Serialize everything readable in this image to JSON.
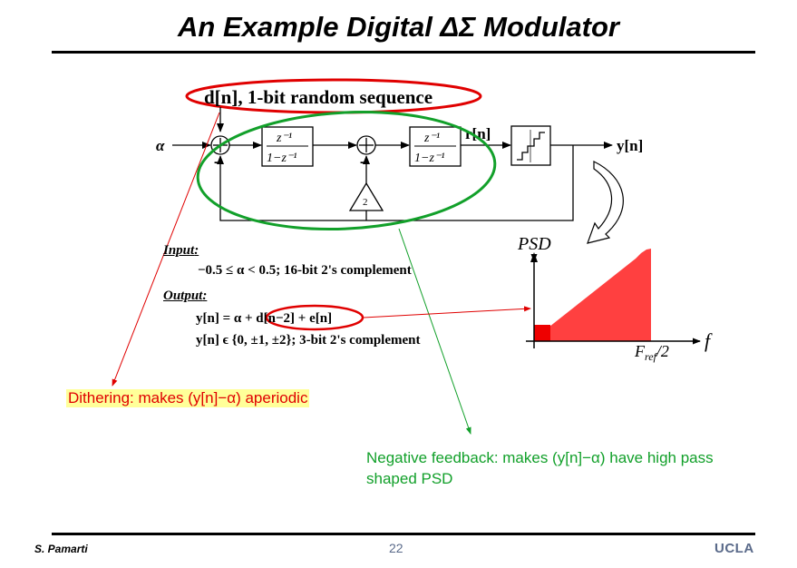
{
  "slide": {
    "title": "An Example Digital ΔΣ Modulator",
    "author": "S. Pamarti",
    "page_number": "22",
    "logo": "UCLA"
  },
  "diagram": {
    "dither_label": "d[n], 1-bit random sequence",
    "input_symbol": "α",
    "output_symbol": "y[n]",
    "r_label": "r[n]",
    "integrator_numerator": "z⁻¹",
    "integrator_denominator": "1−z⁻¹",
    "gain_value": "2",
    "minus_sign": "-",
    "plus_sign": "+"
  },
  "spec": {
    "input_heading": "Input",
    "input_line": "−0.5 ≤ α < 0.5; 16-bit 2's complement",
    "output_heading": "Output",
    "output_line1": "y[n] = α + d[n−2] + e[n]",
    "output_line2": "y[n] ϵ {0, ±1, ±2}; 3-bit 2's complement"
  },
  "psd_plot": {
    "y_axis_label": "PSD",
    "x_axis_label": "f",
    "x_tick_label": "Fref/2",
    "fill_color": "#ff4040"
  },
  "annotations": {
    "dither_note": "Dithering: makes (y[n]−α) aperiodic",
    "feedback_note": "Negative feedback: makes (y[n]−α) have high pass shaped PSD",
    "dither_color": "#e00000",
    "feedback_color": "#12a02a"
  }
}
